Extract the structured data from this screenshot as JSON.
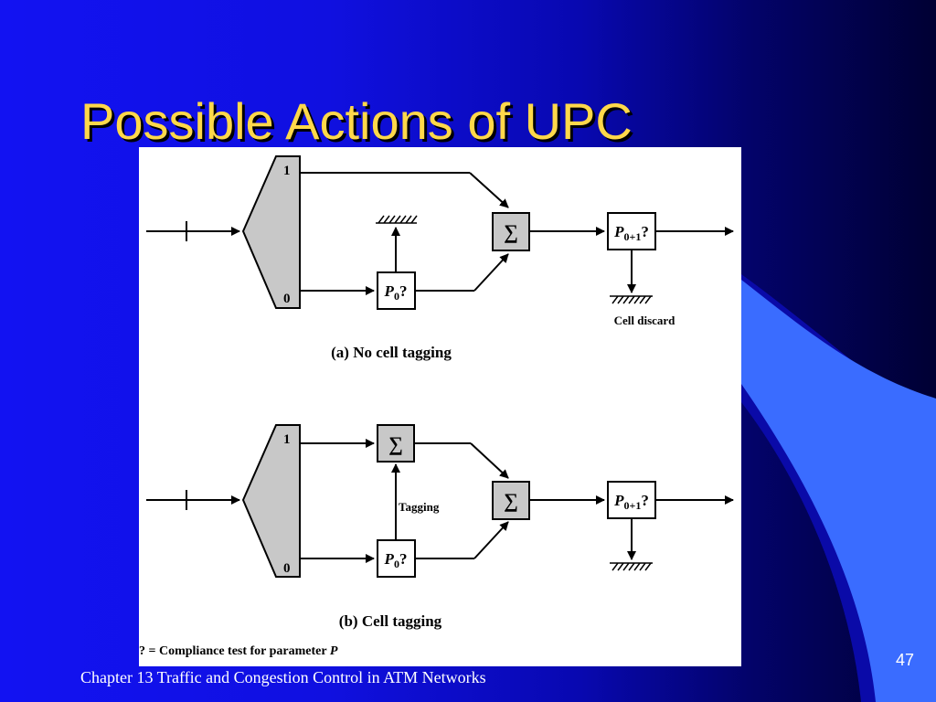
{
  "slide": {
    "title": "Possible Actions of UPC",
    "footer": "Chapter 13 Traffic and Congestion Control in ATM Networks",
    "page_number": "47"
  },
  "diagram": {
    "a": {
      "switch_top": "1",
      "switch_bottom": "0",
      "sigma": "∑",
      "p0": "P",
      "p0_sub": "0",
      "p0_q": "?",
      "p01": "P",
      "p01_sub": "0+1",
      "p01_q": "?",
      "discard_label": "Cell discard",
      "caption": "(a) No cell tagging"
    },
    "b": {
      "switch_top": "1",
      "switch_bottom": "0",
      "sigma_top": "∑",
      "sigma": "∑",
      "tagging_label": "Tagging",
      "p0": "P",
      "p0_sub": "0",
      "p0_q": "?",
      "p01": "P",
      "p01_sub": "0+1",
      "p01_q": "?",
      "caption": "(b) Cell tagging"
    },
    "legend": {
      "prefix": "? = Compliance test for parameter ",
      "param": "P"
    }
  },
  "colors": {
    "title": "#ffd84a",
    "background_left": "#1212f2",
    "background_right": "#000033",
    "accent_shape": "#3a6cff",
    "block_fill": "#c8c8c8"
  }
}
